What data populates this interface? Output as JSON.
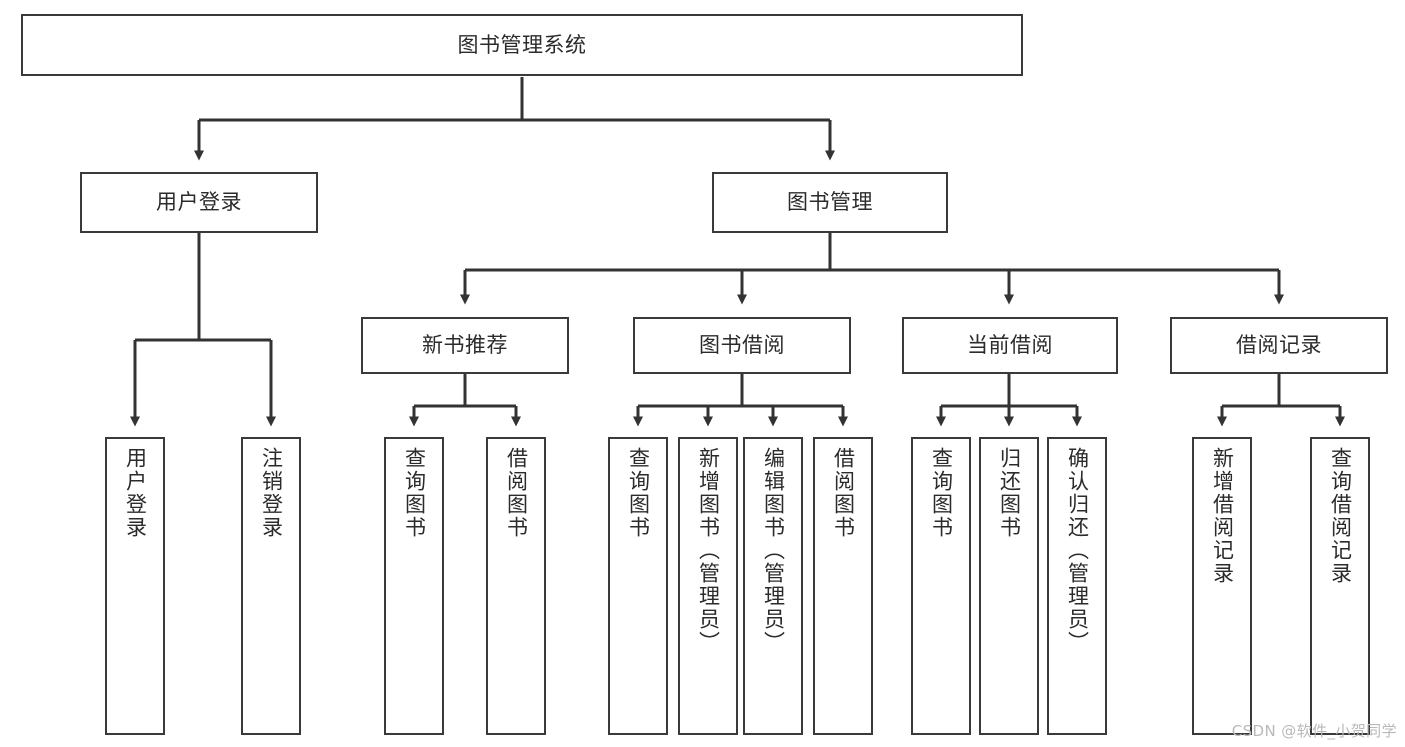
{
  "diagram": {
    "title": "图书管理系统",
    "type": "功能结构图",
    "watermark": "CSDN @软件_小贺同学",
    "colors": {
      "box_border": "#3a3a3a",
      "connector": "#333333",
      "text": "#2b2b2b",
      "background": "#ffffff",
      "watermark": "#b9b9b9"
    },
    "levels": {
      "level1": [
        {
          "id": "root",
          "label": "图书管理系统",
          "orientation": "horizontal"
        }
      ],
      "level2": [
        {
          "id": "login",
          "label": "用户登录",
          "orientation": "horizontal"
        },
        {
          "id": "bookmgmt",
          "label": "图书管理",
          "orientation": "horizontal"
        }
      ],
      "level3": [
        {
          "id": "newbook",
          "label": "新书推荐",
          "orientation": "horizontal"
        },
        {
          "id": "borrow",
          "label": "图书借阅",
          "orientation": "horizontal"
        },
        {
          "id": "current",
          "label": "当前借阅",
          "orientation": "horizontal"
        },
        {
          "id": "record",
          "label": "借阅记录",
          "orientation": "horizontal"
        }
      ],
      "level4": [
        {
          "id": "leaf1",
          "label": "用户登录",
          "orientation": "vertical",
          "parent": "login"
        },
        {
          "id": "leaf2",
          "label": "注销登录",
          "orientation": "vertical",
          "parent": "login"
        },
        {
          "id": "leaf3",
          "label": "查询图书",
          "orientation": "vertical",
          "parent": "newbook"
        },
        {
          "id": "leaf4",
          "label": "借阅图书",
          "orientation": "vertical",
          "parent": "newbook"
        },
        {
          "id": "leaf5",
          "label": "查询图书",
          "orientation": "vertical",
          "parent": "borrow"
        },
        {
          "id": "leaf6",
          "label": "新增图书（管理员）",
          "orientation": "vertical",
          "parent": "borrow"
        },
        {
          "id": "leaf7",
          "label": "编辑图书（管理员）",
          "orientation": "vertical",
          "parent": "borrow"
        },
        {
          "id": "leaf8",
          "label": "借阅图书",
          "orientation": "vertical",
          "parent": "borrow"
        },
        {
          "id": "leaf9",
          "label": "查询图书",
          "orientation": "vertical",
          "parent": "current"
        },
        {
          "id": "leaf10",
          "label": "归还图书",
          "orientation": "vertical",
          "parent": "current"
        },
        {
          "id": "leaf11",
          "label": "确认归还（管理员）",
          "orientation": "vertical",
          "parent": "current"
        },
        {
          "id": "leaf12",
          "label": "新增借阅记录",
          "orientation": "vertical",
          "parent": "record"
        },
        {
          "id": "leaf13",
          "label": "查询借阅记录",
          "orientation": "vertical",
          "parent": "record"
        }
      ]
    }
  }
}
